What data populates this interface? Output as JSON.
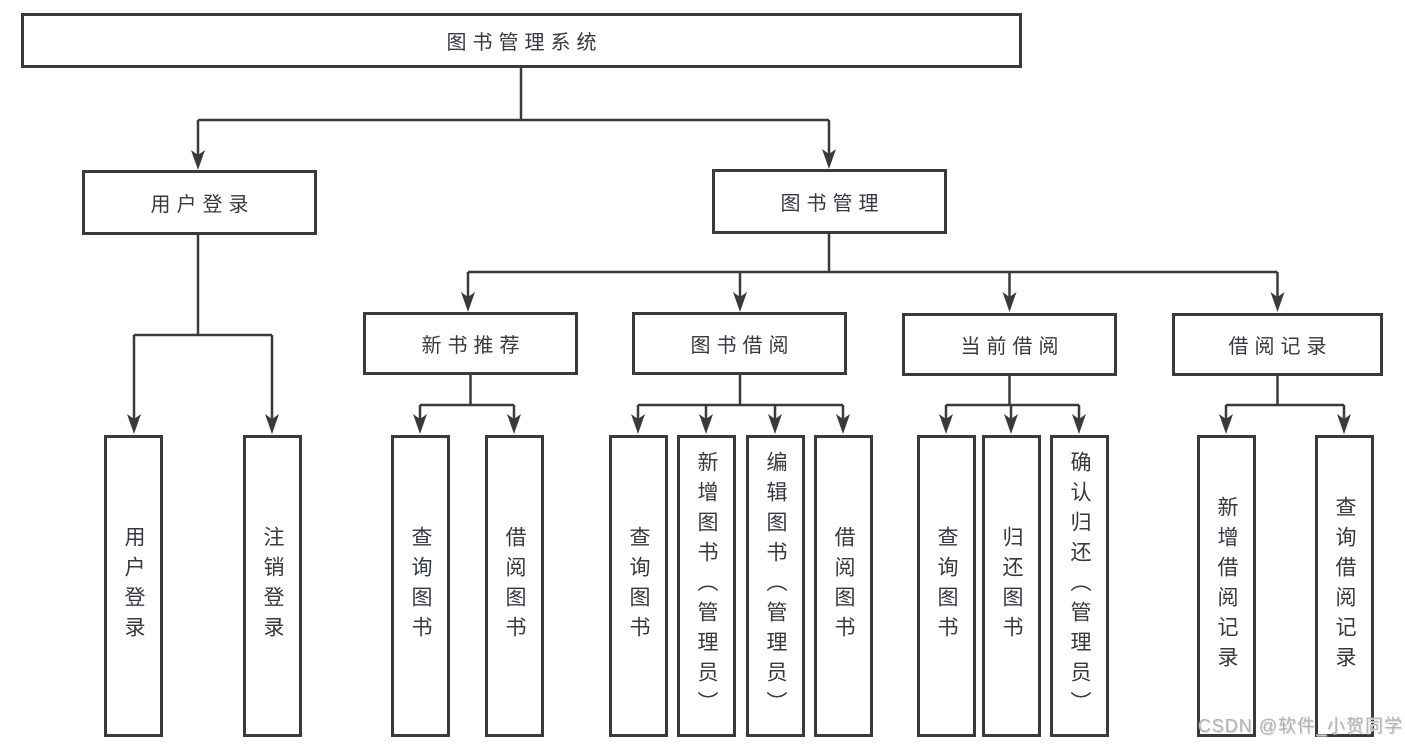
{
  "diagram": {
    "root": {
      "label": "图书管理系统"
    },
    "branches": [
      {
        "label": "用户登录",
        "children": [
          {
            "label": "用户登录"
          },
          {
            "label": "注销登录"
          }
        ]
      },
      {
        "label": "图书管理",
        "children": [
          {
            "label": "新书推荐",
            "children": [
              {
                "label": "查询图书"
              },
              {
                "label": "借阅图书"
              }
            ]
          },
          {
            "label": "图书借阅",
            "children": [
              {
                "label": "查询图书"
              },
              {
                "label": "新增图书（管理员）"
              },
              {
                "label": "编辑图书（管理员）"
              },
              {
                "label": "借阅图书"
              }
            ]
          },
          {
            "label": "当前借阅",
            "children": [
              {
                "label": "查询图书"
              },
              {
                "label": "归还图书"
              },
              {
                "label": "确认归还（管理员）"
              }
            ]
          },
          {
            "label": "借阅记录",
            "children": [
              {
                "label": "新增借阅记录"
              },
              {
                "label": "查询借阅记录"
              }
            ]
          }
        ]
      }
    ],
    "colors": {
      "line": "#3a3a3a",
      "text": "#353a40",
      "box_fill": "#ffffff",
      "background": "#ffffff",
      "watermark": "#b3b3b3"
    }
  },
  "watermark": {
    "text": "CSDN @软件_小贺同学"
  }
}
